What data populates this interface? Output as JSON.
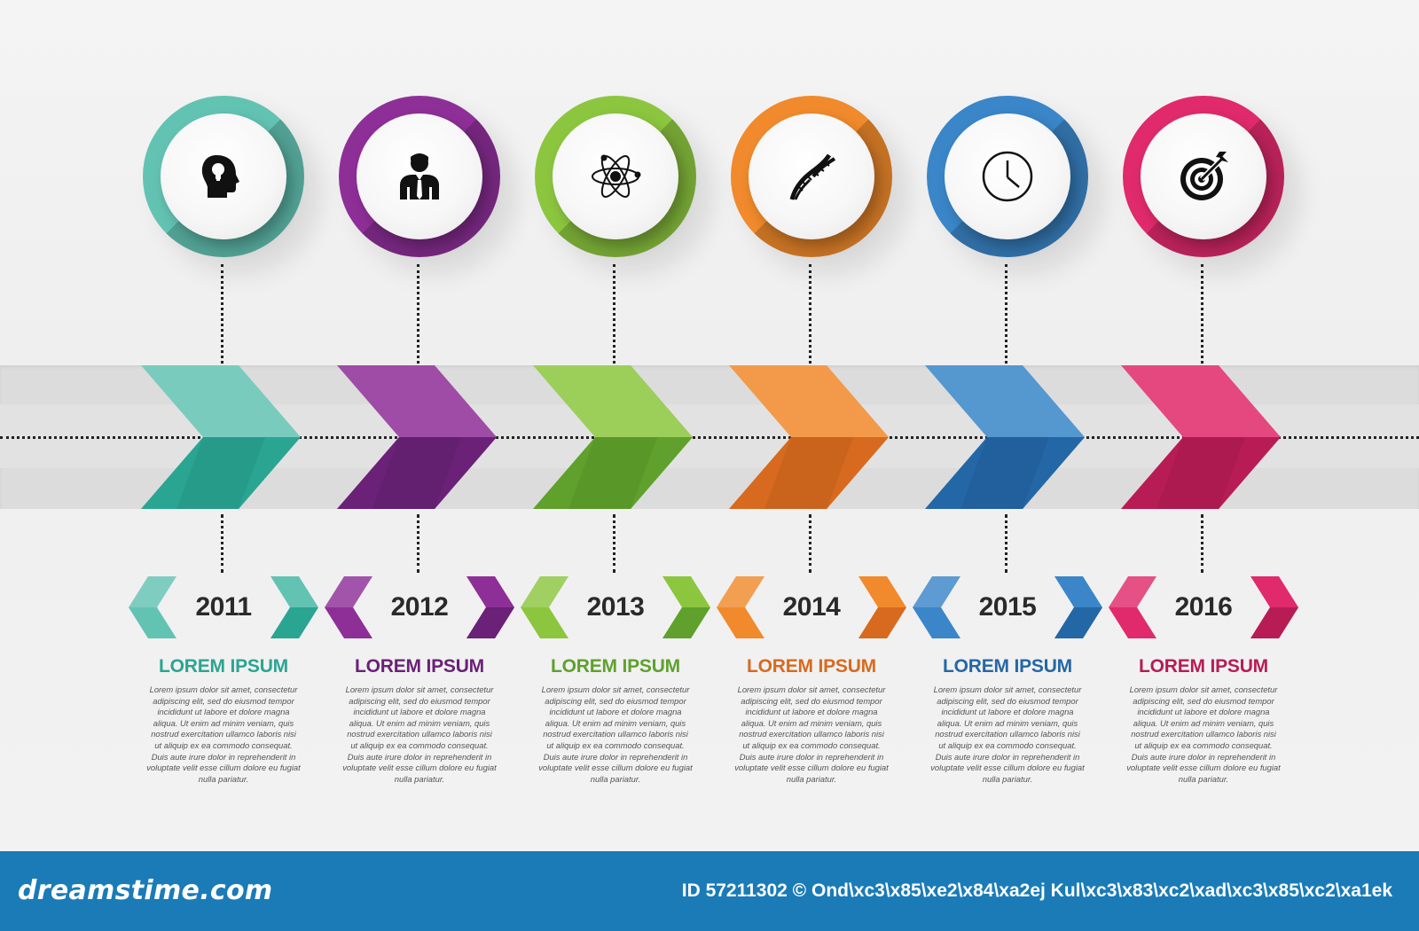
{
  "footer": {
    "brand": "dreamstime.com",
    "credit": "ID 57211302 © Ond\\xc3\\x85\\xe2\\x84\\xa2ej Kul\\xc3\\x83\\xc2\\xad\\xc3\\x85\\xc2\\xa1ek"
  },
  "timeline": [
    {
      "year": "2011",
      "title": "LOREM IPSUM",
      "icon": "head-lightbulb-icon",
      "color": "#63c3b3",
      "dark": "#2aa592",
      "body": "Lorem ipsum dolor sit amet, consectetur adipiscing elit, sed do eiusmod tempor incididunt ut labore et dolore magna aliqua. Ut enim ad minim veniam, quis nostrud exercitation ullamco laboris nisi ut aliquip ex ea commodo consequat. Duis aute irure dolor in reprehenderit in voluptate velit esse cillum dolore eu fugiat nulla pariatur."
    },
    {
      "year": "2012",
      "title": "LOREM IPSUM",
      "icon": "businessman-icon",
      "color": "#8e2f98",
      "dark": "#6a2177",
      "body": "Lorem ipsum dolor sit amet, consectetur adipiscing elit, sed do eiusmod tempor incididunt ut labore et dolore magna aliqua. Ut enim ad minim veniam, quis nostrud exercitation ullamco laboris nisi ut aliquip ex ea commodo consequat. Duis aute irure dolor in reprehenderit in voluptate velit esse cillum dolore eu fugiat nulla pariatur."
    },
    {
      "year": "2013",
      "title": "LOREM IPSUM",
      "icon": "atom-icon",
      "color": "#8cc63f",
      "dark": "#5fa12c",
      "body": "Lorem ipsum dolor sit amet, consectetur adipiscing elit, sed do eiusmod tempor incididunt ut labore et dolore magna aliqua. Ut enim ad minim veniam, quis nostrud exercitation ullamco laboris nisi ut aliquip ex ea commodo consequat. Duis aute irure dolor in reprehenderit in voluptate velit esse cillum dolore eu fugiat nulla pariatur."
    },
    {
      "year": "2014",
      "title": "LOREM IPSUM",
      "icon": "dna-icon",
      "color": "#f08a2c",
      "dark": "#d76a1e",
      "body": "Lorem ipsum dolor sit amet, consectetur adipiscing elit, sed do eiusmod tempor incididunt ut labore et dolore magna aliqua. Ut enim ad minim veniam, quis nostrud exercitation ullamco laboris nisi ut aliquip ex ea commodo consequat. Duis aute irure dolor in reprehenderit in voluptate velit esse cillum dolore eu fugiat nulla pariatur."
    },
    {
      "year": "2015",
      "title": "LOREM IPSUM",
      "icon": "clock-icon",
      "color": "#3a86c8",
      "dark": "#2467a6",
      "body": "Lorem ipsum dolor sit amet, consectetur adipiscing elit, sed do eiusmod tempor incididunt ut labore et dolore magna aliqua. Ut enim ad minim veniam, quis nostrud exercitation ullamco laboris nisi ut aliquip ex ea commodo consequat. Duis aute irure dolor in reprehenderit in voluptate velit esse cillum dolore eu fugiat nulla pariatur."
    },
    {
      "year": "2016",
      "title": "LOREM IPSUM",
      "icon": "target-icon",
      "color": "#e02a6b",
      "dark": "#b71c55",
      "body": "Lorem ipsum dolor sit amet, consectetur adipiscing elit, sed do eiusmod tempor incididunt ut labore et dolore magna aliqua. Ut enim ad minim veniam, quis nostrud exercitation ullamco laboris nisi ut aliquip ex ea commodo consequat. Duis aute irure dolor in reprehenderit in voluptate velit esse cillum dolore eu fugiat nulla pariatur."
    }
  ]
}
